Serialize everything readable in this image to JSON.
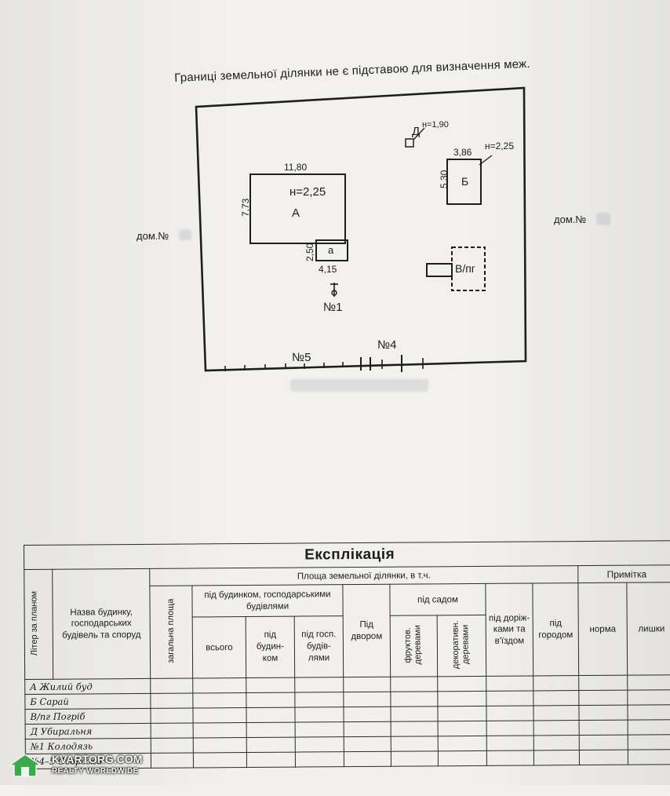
{
  "notice": "Границі земельної ділянки не є підставою для визначення меж.",
  "plan": {
    "neighbor_left": "дом.№",
    "neighbor_right": "дом.№",
    "building_a": {
      "letter": "А",
      "width": "11,80",
      "depth": "7,73",
      "height": "н=2,25"
    },
    "annex_a": {
      "letter": "а",
      "width": "4,15",
      "depth": "2,50"
    },
    "building_b": {
      "letter": "Б",
      "width": "3,86",
      "depth": "5,30",
      "height": "н=2,25"
    },
    "building_d": {
      "letter": "Д",
      "height": "н=1,90"
    },
    "cellar": {
      "label": "В/пг"
    },
    "well_label": "№1",
    "fence_label_5": "№5",
    "fence_label_4": "№4"
  },
  "table": {
    "title": "Експлікація",
    "headers": {
      "letter": "Літер за планом",
      "name": "Назва будинку, господарських будівель та споруд",
      "total": "загальна площа",
      "area_incl": "Площа земельної ділянки, в т.ч.",
      "under_buildings": "під будинком, господарськими будівлями",
      "all": "всього",
      "under_house": "під будин-ком",
      "under_outbuild": "під госп. будів-лями",
      "yard": "Під двором",
      "garden": "під садом",
      "fruit": "фруктов. деревами",
      "decorative": "декоративн. деревами",
      "roads": "під дорiж-ками та в'їздом",
      "vegetable": "під городом",
      "note": "Примітка",
      "norm": "норма",
      "excess": "лишки"
    },
    "rows": [
      "А Жилий буд",
      "Б Сарай",
      "В/пг Погріб",
      "Д Убиральня",
      "№1 Колодязь",
      "№4–5 Огорожа"
    ]
  },
  "watermark": {
    "brand": "KVARTORG.COM",
    "sub": "REALTY WORLDWIDE"
  }
}
